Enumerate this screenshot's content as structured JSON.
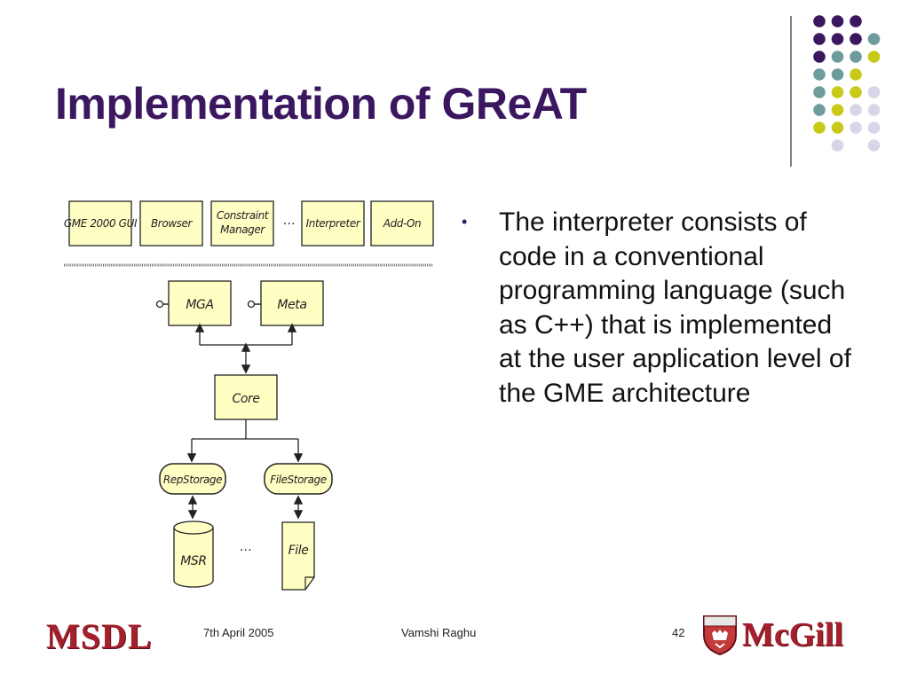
{
  "slide": {
    "title": "Implementation of GReAT",
    "bullet": "The interpreter consists of code in a conventional programming language (such as C++) that is implemented at the user application level of the GME architecture"
  },
  "diagram": {
    "top_components": [
      "GME 2000 GUI",
      "Browser",
      "Constraint Manager",
      "Interpreter",
      "Add-On"
    ],
    "top_ellipsis": "…",
    "mga": "MGA",
    "meta": "Meta",
    "core": "Core",
    "rep_storage": "RepStorage",
    "file_storage": "FileStorage",
    "msr": "MSR",
    "file": "File",
    "bottom_ellipsis": "…"
  },
  "footer": {
    "date": "7th April 2005",
    "author": "Vamshi Raghu",
    "page": "42",
    "left_logo": "MSDL",
    "right_logo": "McGill"
  },
  "colors": {
    "title": "#3b175f",
    "box_fill": "#ffffc4",
    "dot_purple": "#3b175f",
    "dot_teal": "#6e9c9c",
    "dot_yellow": "#c9c91a",
    "dot_lavender": "#d6d6e8",
    "logo_red": "#a3202c"
  }
}
